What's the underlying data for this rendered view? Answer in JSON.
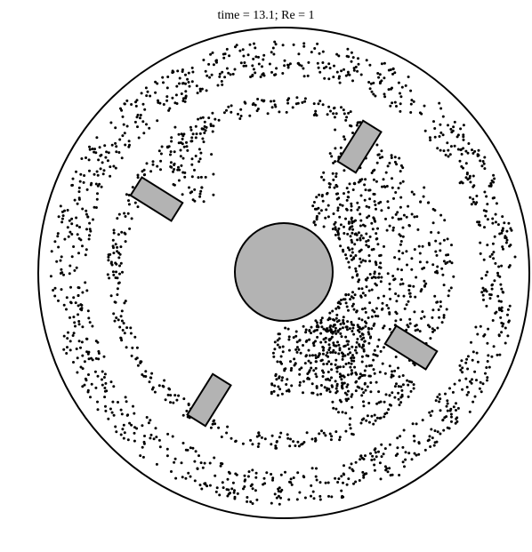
{
  "title": "time = 13.1; Re = 1",
  "colors": {
    "background": "#ffffff",
    "outline": "#000000",
    "solid_fill": "#b3b3b3",
    "particle": "#000000"
  },
  "scene": {
    "container": "circle",
    "central_cylinder": "circle",
    "blade_count": 4,
    "particle_bands": [
      "outer-ring",
      "inner-ring",
      "dense-wake"
    ]
  }
}
